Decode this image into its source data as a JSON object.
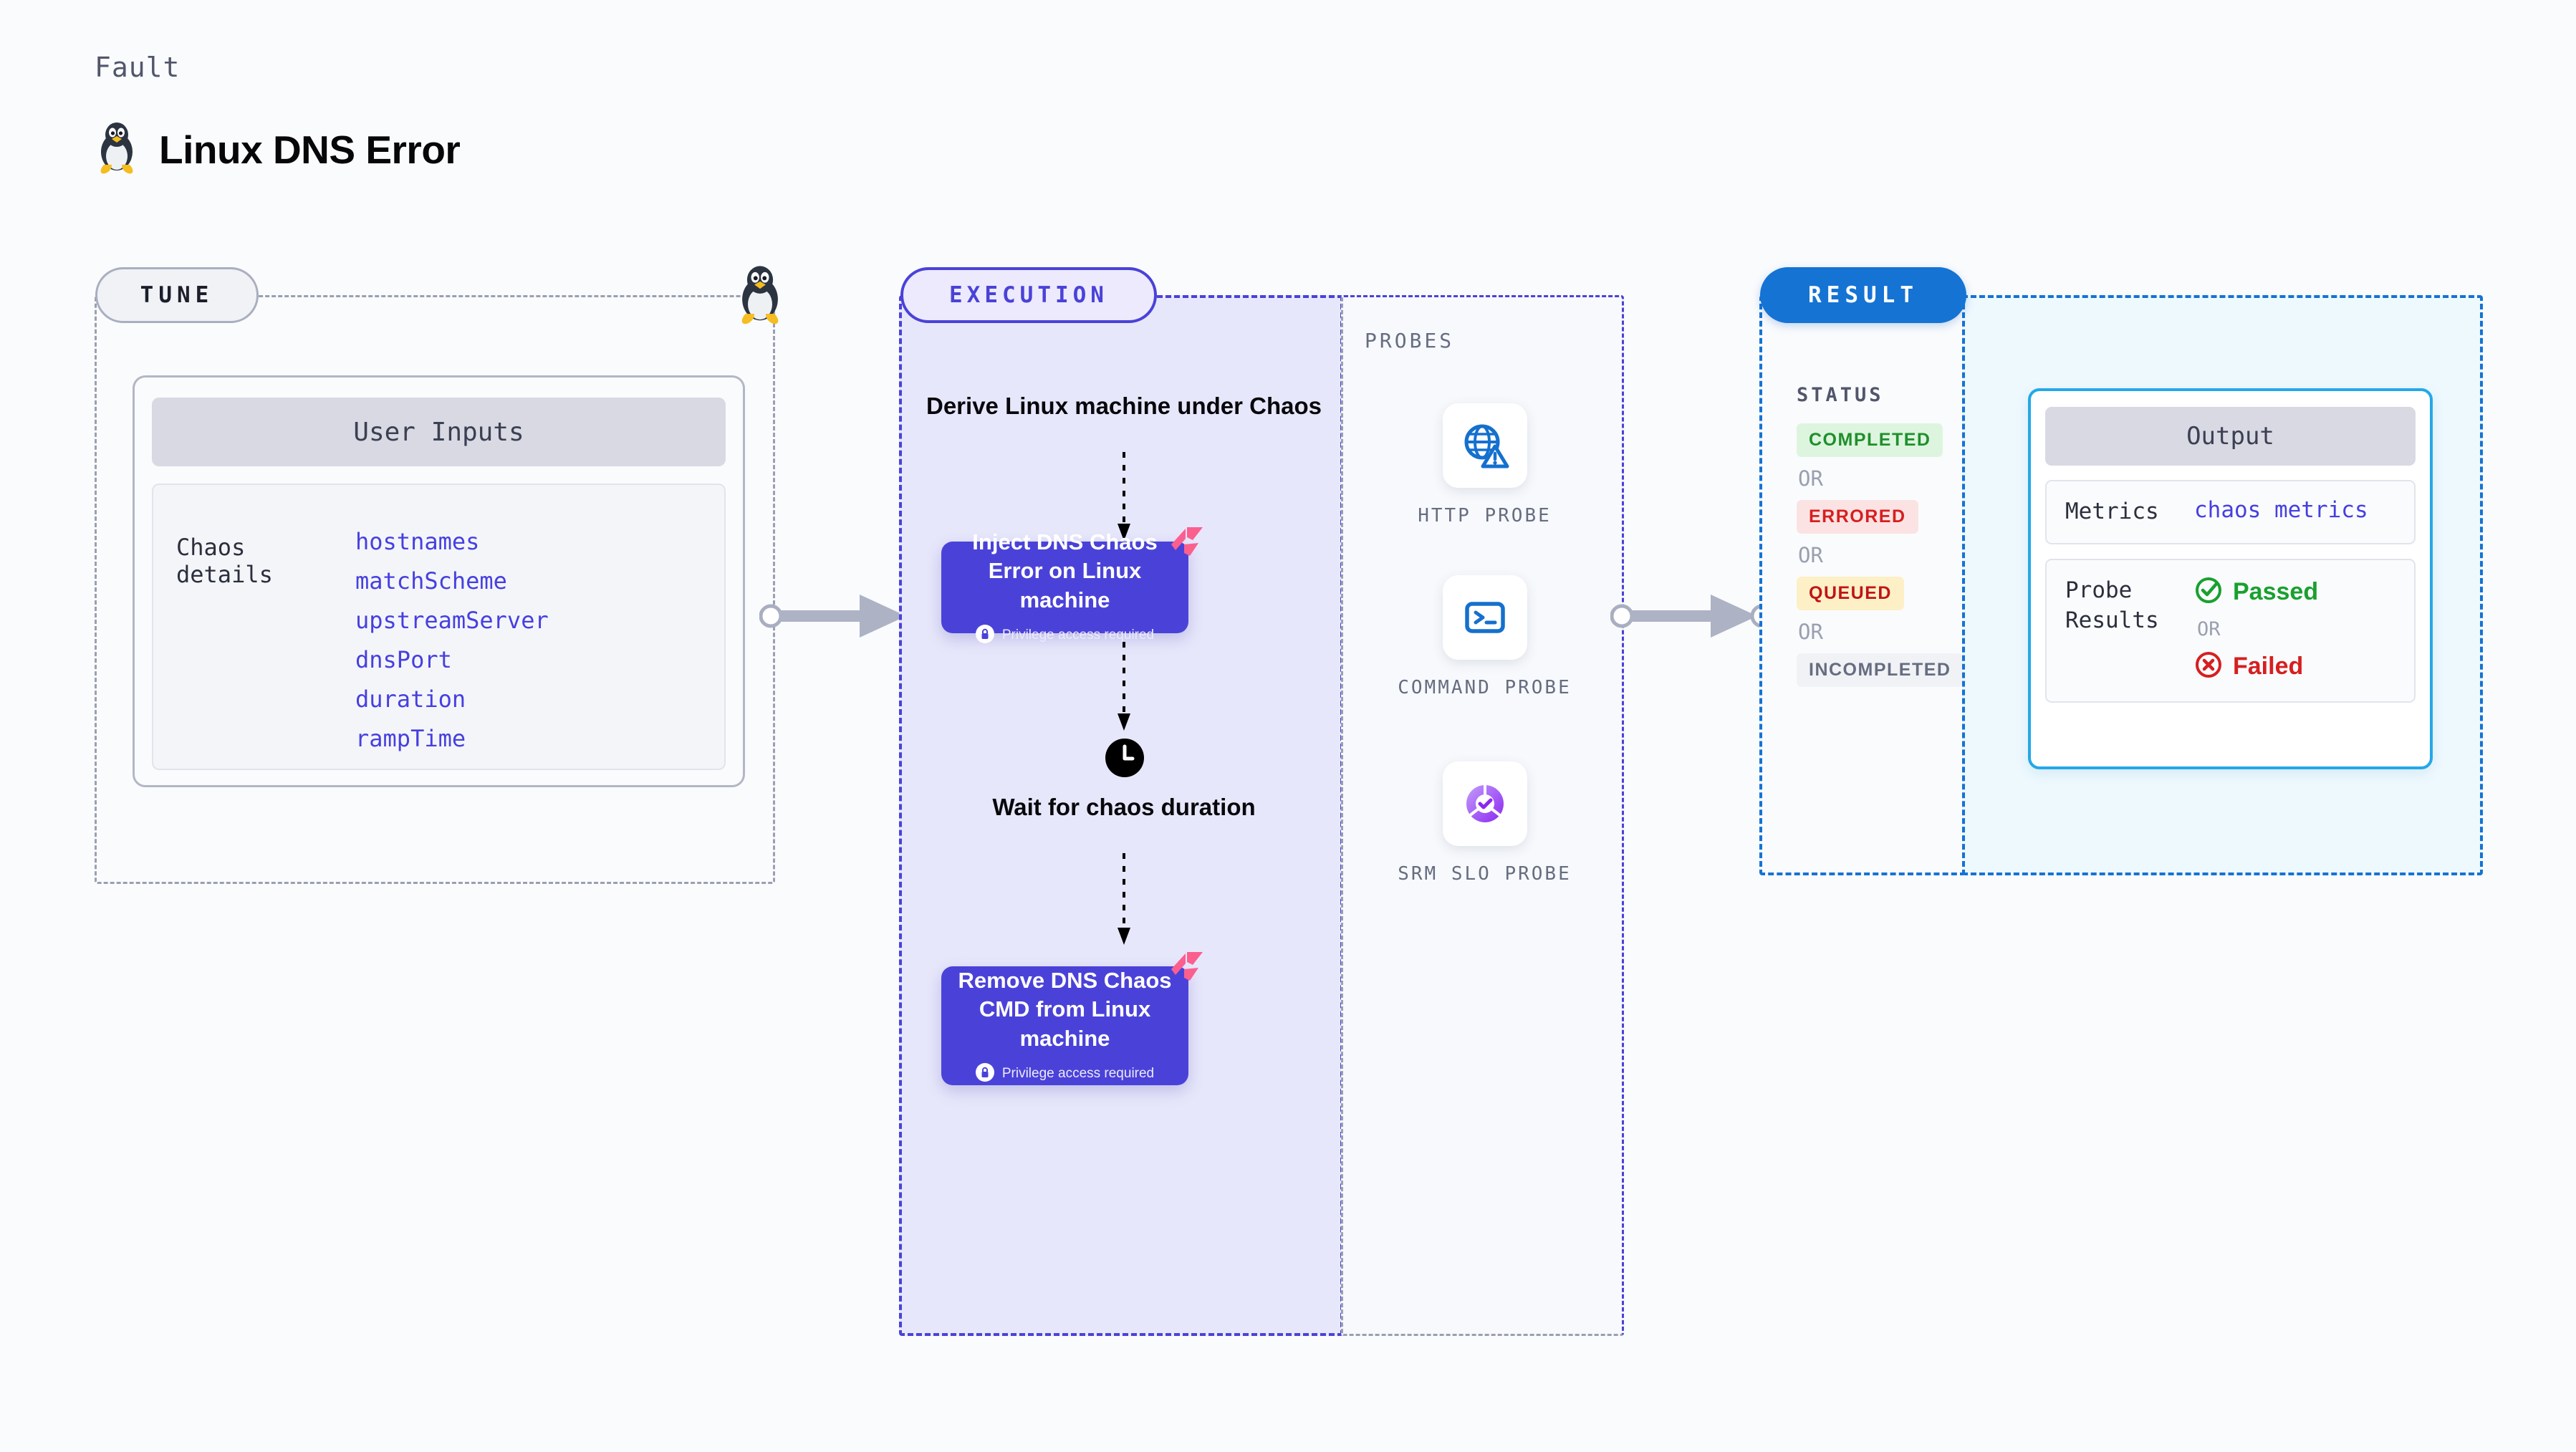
{
  "header": {
    "kicker": "Fault",
    "title": "Linux DNS Error",
    "icon": "linux-penguin-icon"
  },
  "tune": {
    "pill_label": "TUNE",
    "card_title": "User Inputs",
    "inputs_key": "Chaos details",
    "inputs": [
      "hostnames",
      "matchScheme",
      "upstreamServer",
      "dnsPort",
      "duration",
      "rampTime"
    ],
    "corner_icon": "linux-penguin-icon"
  },
  "execution": {
    "pill_label": "EXECUTION",
    "steps": [
      {
        "kind": "text",
        "label": "Derive Linux machine under Chaos"
      },
      {
        "kind": "card",
        "label": "Inject DNS Chaos Error on Linux machine",
        "note": "Privilege access required",
        "badge": "harness-logo-icon"
      },
      {
        "kind": "text",
        "label": "Wait for chaos duration",
        "icon": "clock-icon"
      },
      {
        "kind": "card",
        "label": "Remove DNS Chaos CMD from Linux machine",
        "note": "Privilege access required",
        "badge": "harness-logo-icon"
      }
    ]
  },
  "probes": {
    "label": "PROBES",
    "items": [
      {
        "name": "HTTP PROBE",
        "icon": "globe-warning-icon"
      },
      {
        "name": "COMMAND PROBE",
        "icon": "terminal-icon"
      },
      {
        "name": "SRM SLO PROBE",
        "icon": "slo-donut-check-icon"
      }
    ]
  },
  "result": {
    "pill_label": "RESULT",
    "status_label": "STATUS",
    "or_label": "OR",
    "statuses": [
      {
        "text": "COMPLETED",
        "fg": "#1f8f2c",
        "bg": "#ddf5de"
      },
      {
        "text": "ERRORED",
        "fg": "#d61f1f",
        "bg": "#fbe3e3"
      },
      {
        "text": "QUEUED",
        "fg": "#c01515",
        "bg": "#fdf0c7"
      },
      {
        "text": "INCOMPLETED",
        "fg": "#666d80",
        "bg": "#f1f2f6"
      }
    ]
  },
  "output": {
    "card_title": "Output",
    "metrics_key": "Metrics",
    "metrics_value": "chaos metrics",
    "probe_results_key": "Probe Results",
    "or_label": "OR",
    "passed_label": "Passed",
    "failed_label": "Failed",
    "passed_icon": "check-circle-icon",
    "failed_icon": "x-circle-icon"
  },
  "colors": {
    "accent_purple": "#4a42d8",
    "accent_blue": "#1573d4",
    "accent_cyan": "#24a8e8",
    "harness_pink": "#fb5f8e",
    "link_blue": "#4640e0"
  }
}
